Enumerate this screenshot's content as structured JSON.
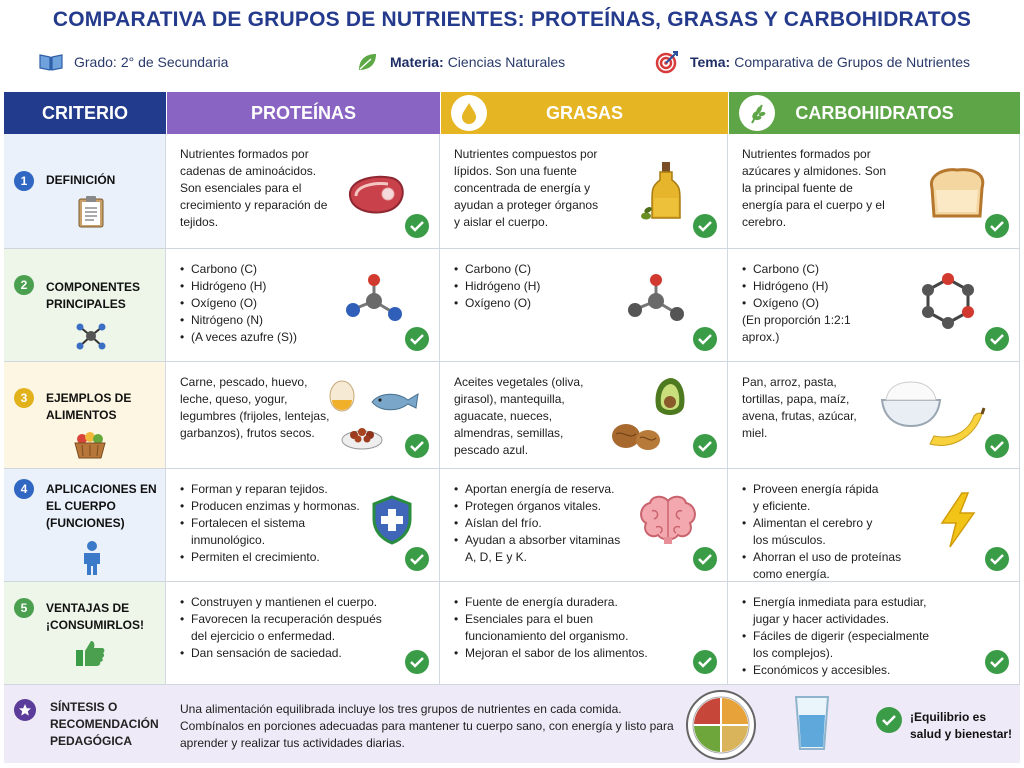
{
  "title": "COMPARATIVA DE GRUPOS DE NUTRIENTES: PROTEÍNAS, GRASAS Y CARBOHIDRATOS",
  "meta": {
    "grado_label": "Grado:",
    "grado_value": "2° de Secundaria",
    "materia_label": "Materia:",
    "materia_value": "Ciencias Naturales",
    "tema_label": "Tema:",
    "tema_value": "Comparativa de Grupos de Nutrientes"
  },
  "header": {
    "criterio": "CRITERIO",
    "proteinas": "PROTEÍNAS",
    "grasas": "GRASAS",
    "carbohidratos": "CARBOHIDRATOS"
  },
  "colors": {
    "criterio": "#233b8c",
    "proteinas": "#8a64c2",
    "grasas": "#e5b523",
    "carbohidratos": "#5ea547",
    "n1": "#2f67c2",
    "n2": "#4aa04f",
    "n3": "#e2b21d",
    "n4": "#2f67c2",
    "n5": "#4aa04f",
    "check": "#3a9c47"
  },
  "rows": [
    {
      "num": "1",
      "label": "DEFINICIÓN",
      "proteinas": "Nutrientes formados por cadenas de aminoácidos. Son esenciales para el crecimiento y reparación de tejidos.",
      "grasas": "Nutrientes compuestos por lípidos. Son una fuente concentrada de energía y ayudan a proteger órganos y aislar el cuerpo.",
      "carbohidratos": "Nutrientes formados por azúcares y almidones. Son la principal fuente de energía para el cuerpo y el cerebro."
    },
    {
      "num": "2",
      "label": "COMPONENTES PRINCIPALES",
      "proteinas": [
        "Carbono (C)",
        "Hidrógeno (H)",
        "Oxígeno (O)",
        "Nitrógeno (N)",
        "(A veces azufre (S))"
      ],
      "grasas": [
        "Carbono (C)",
        "Hidrógeno (H)",
        "Oxígeno (O)"
      ],
      "carbohidratos": [
        "Carbono (C)",
        "Hidrógeno (H)",
        "Oxígeno (O)"
      ],
      "carbohidratos_note": "(En proporción 1:2:1 aprox.)"
    },
    {
      "num": "3",
      "label": "EJEMPLOS DE ALIMENTOS",
      "proteinas": "Carne, pescado, huevo, leche, queso, yogur, legumbres (frijoles, lentejas, garbanzos), frutos secos.",
      "grasas": "Aceites vegetales (oliva, girasol), mantequilla, aguacate, nueces, almendras, semillas, pescado azul.",
      "carbohidratos": "Pan, arroz, pasta, tortillas, papa, maíz, avena, frutas, azúcar, miel."
    },
    {
      "num": "4",
      "label": "APLICACIONES EN EL CUERPO (FUNCIONES)",
      "proteinas": [
        "Forman y reparan tejidos.",
        "Producen enzimas y hormonas.",
        "Fortalecen el sistema inmunológico.",
        "Permiten el crecimiento."
      ],
      "grasas": [
        "Aportan energía de reserva.",
        "Protegen órganos vitales.",
        "Aíslan del frío.",
        "Ayudan a absorber vitaminas A, D, E y K."
      ],
      "carbohidratos": [
        "Proveen energía rápida y eficiente.",
        "Alimentan el cerebro y los músculos.",
        "Ahorran el uso de proteínas como energía."
      ]
    },
    {
      "num": "5",
      "label": "VENTAJAS DE ¡CONSUMIRLOS!",
      "proteinas": [
        "Construyen y mantienen el cuerpo.",
        "Favorecen la recuperación después del ejercicio o enfermedad.",
        "Dan sensación de saciedad."
      ],
      "grasas": [
        "Fuente de energía duradera.",
        "Esenciales para el buen funcionamiento del organismo.",
        "Mejoran el sabor de los alimentos."
      ],
      "carbohidratos": [
        "Energía inmediata para estudiar, jugar y hacer actividades.",
        "Fáciles de digerir (especialmente los complejos).",
        "Económicos y accesibles."
      ]
    }
  ],
  "synthesis": {
    "label": "SÍNTESIS O RECOMENDACIÓN PEDAGÓGICA",
    "text": "Una alimentación equilibrada incluye los tres grupos de nutrientes en cada comida. Combínalos en porciones adecuadas para mantener tu cuerpo sano, con energía y listo para aprender y realizar tus actividades diarias.",
    "badge": "¡Equilibrio es salud y bienestar!"
  }
}
